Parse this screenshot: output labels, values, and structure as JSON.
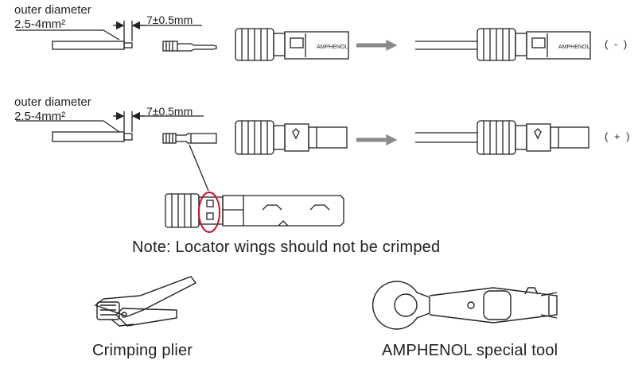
{
  "row_minus": {
    "wire_label_line1": "outer diameter",
    "wire_label_line2": "2.5-4mm²",
    "strip_length": "7±0.5mm",
    "housing_brand": "AMPHENOL",
    "polarity": "( - )"
  },
  "row_plus": {
    "wire_label_line1": "outer diameter",
    "wire_label_line2": "2.5-4mm²",
    "strip_length": "7±0.5mm",
    "polarity": "( + )"
  },
  "note": "Note: Locator wings should not be crimped",
  "tools": [
    {
      "label": "Crimping plier",
      "icon": "crimping-plier-icon"
    },
    {
      "label": "AMPHENOL special tool",
      "icon": "wrench-tool-icon"
    }
  ],
  "colors": {
    "line": "#222222",
    "arrow": "#8a8a8a",
    "highlight": "#c8102e"
  }
}
